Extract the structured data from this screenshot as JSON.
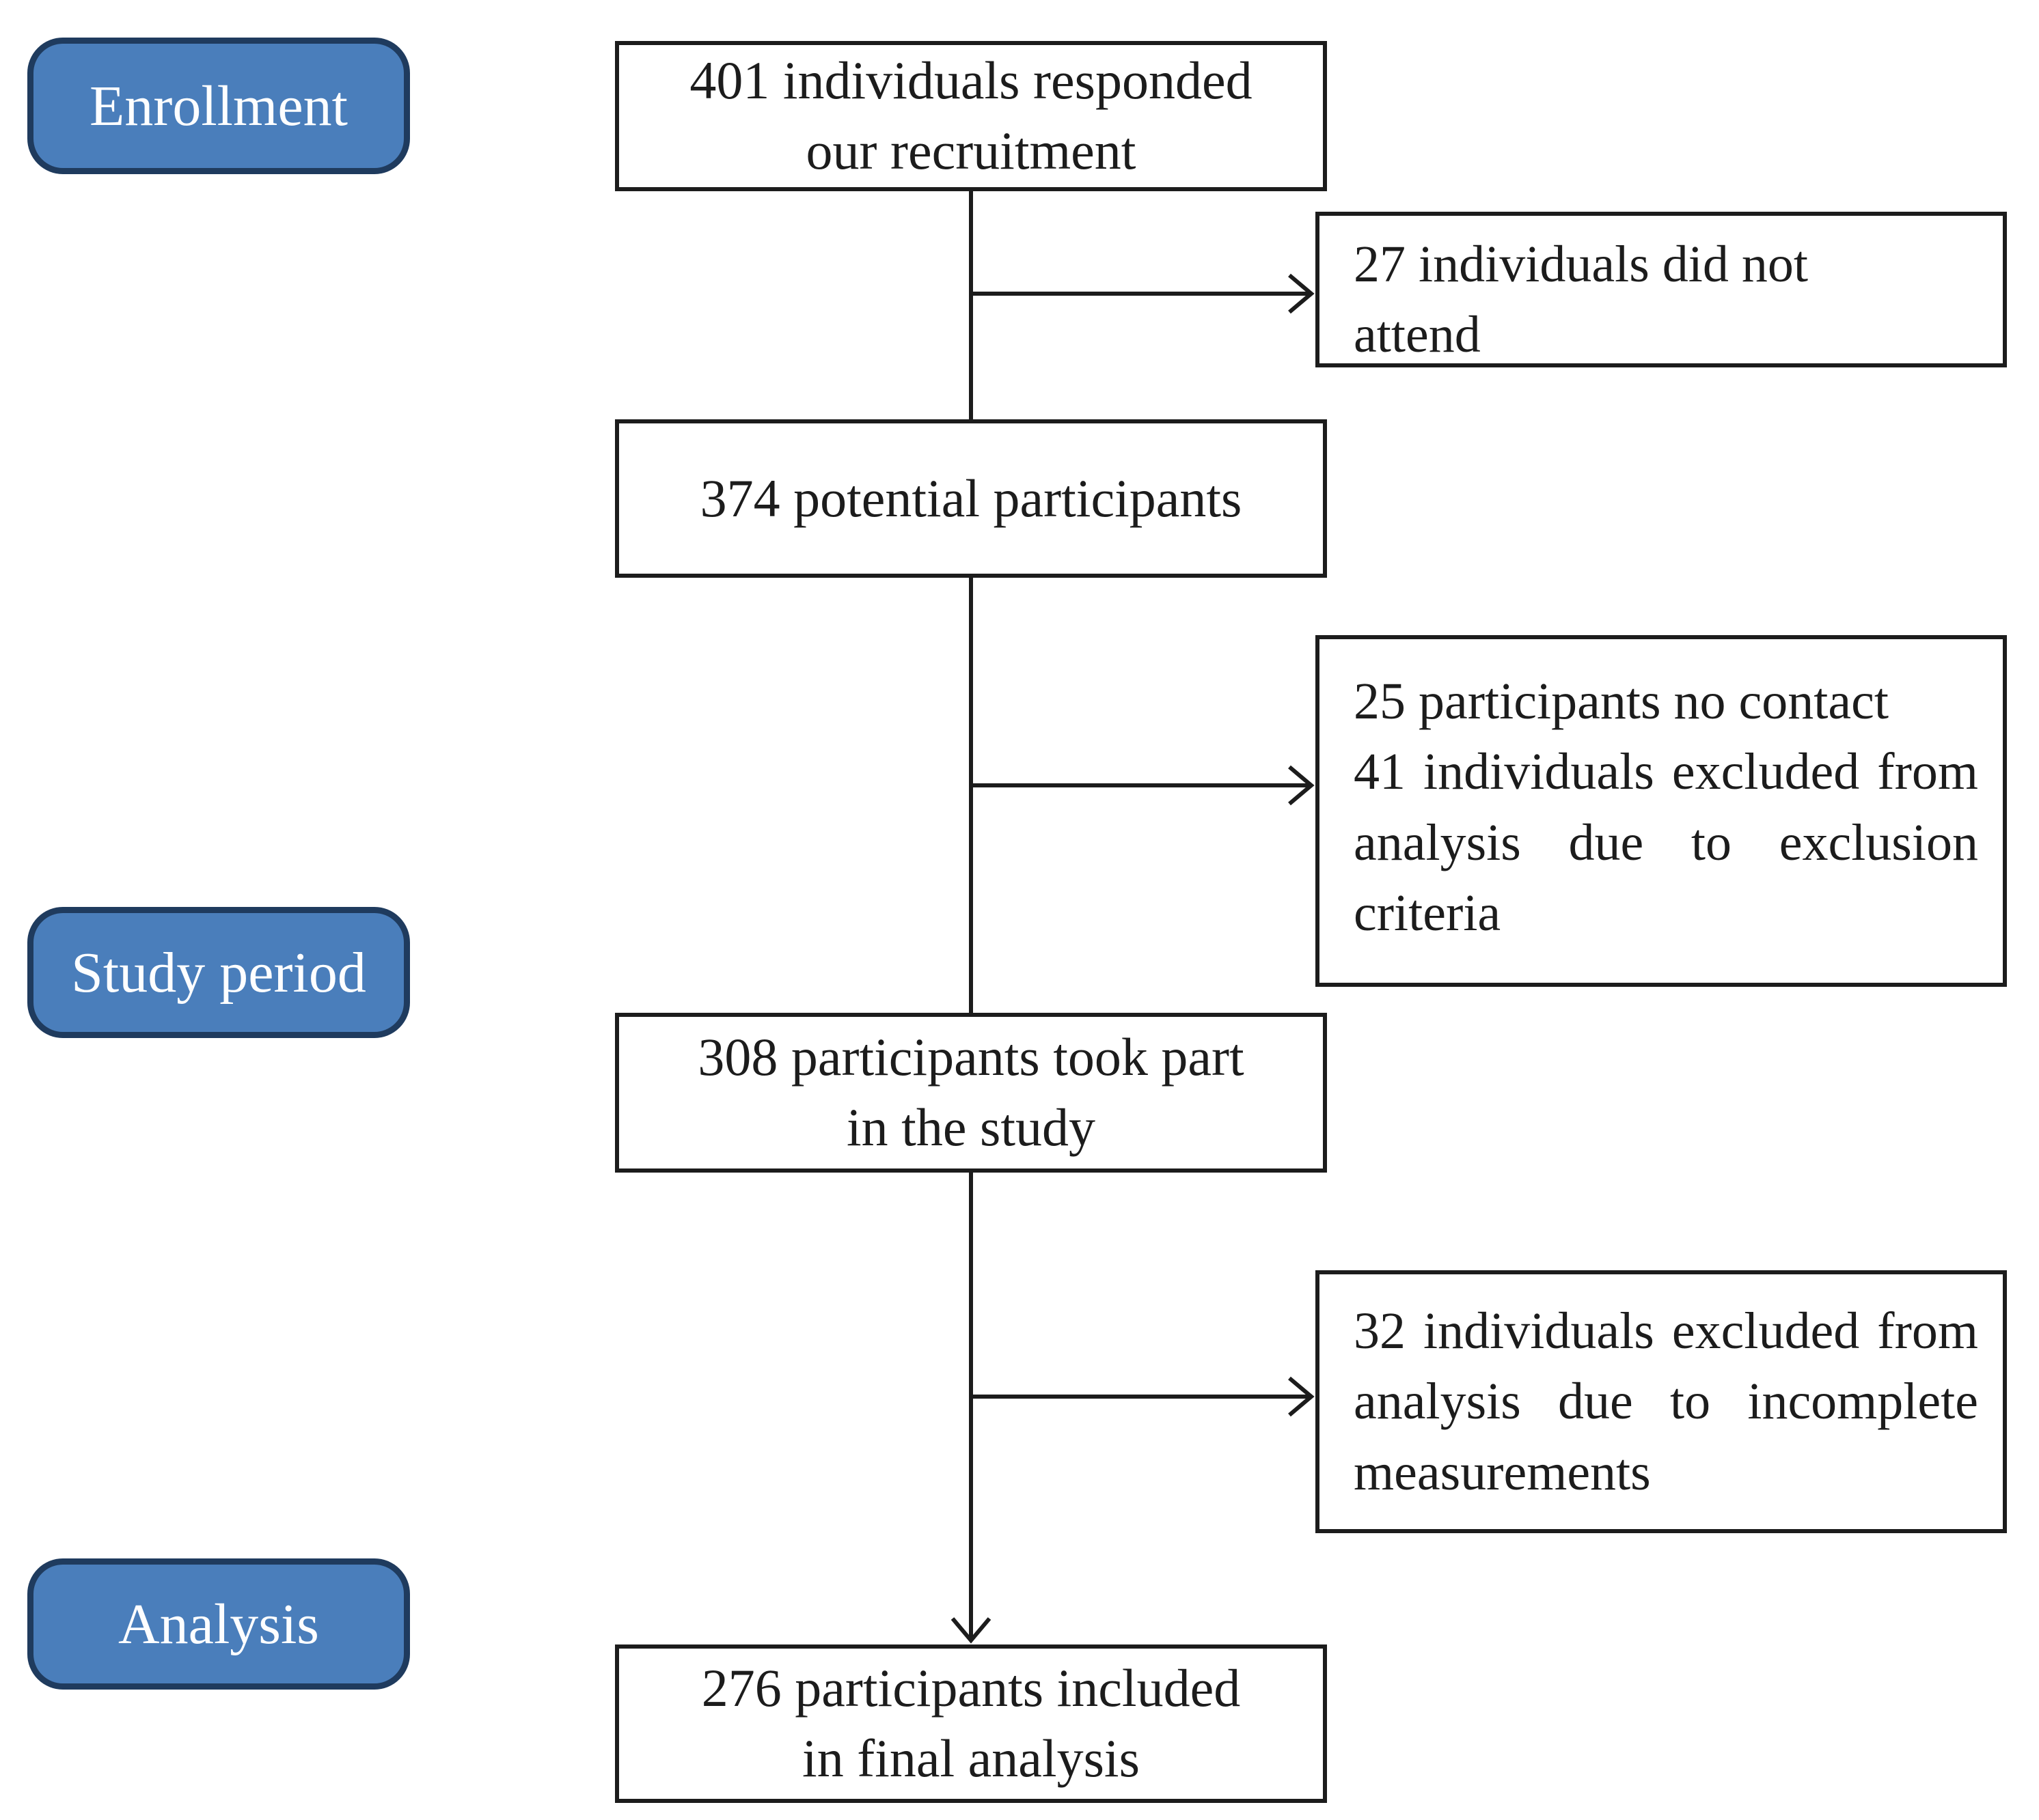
{
  "diagram": {
    "stages": [
      {
        "label": "Enrollment"
      },
      {
        "label": "Study period"
      },
      {
        "label": "Analysis"
      }
    ],
    "flow": [
      {
        "text": "401 individuals responded\nour recruitment"
      },
      {
        "text": "374 potential participants"
      },
      {
        "text": "308 participants took part\nin the study"
      },
      {
        "text": "276 participants included\nin final analysis"
      }
    ],
    "exclusions": [
      {
        "text": "27 individuals did not\nattend"
      },
      {
        "text": "25 participants no contact\n41 individuals excluded from analysis due to exclusion criteria"
      },
      {
        "text": "32 individuals excluded from analysis due to incomplete measurements"
      }
    ],
    "colors": {
      "stage_fill": "#4a7ebb",
      "stage_border": "#1f3b5e",
      "stage_text": "#fdfeff",
      "box_border": "#1c1c1c",
      "box_fill": "#ffffff",
      "line": "#1c1c1c",
      "background": "#ffffff"
    }
  }
}
